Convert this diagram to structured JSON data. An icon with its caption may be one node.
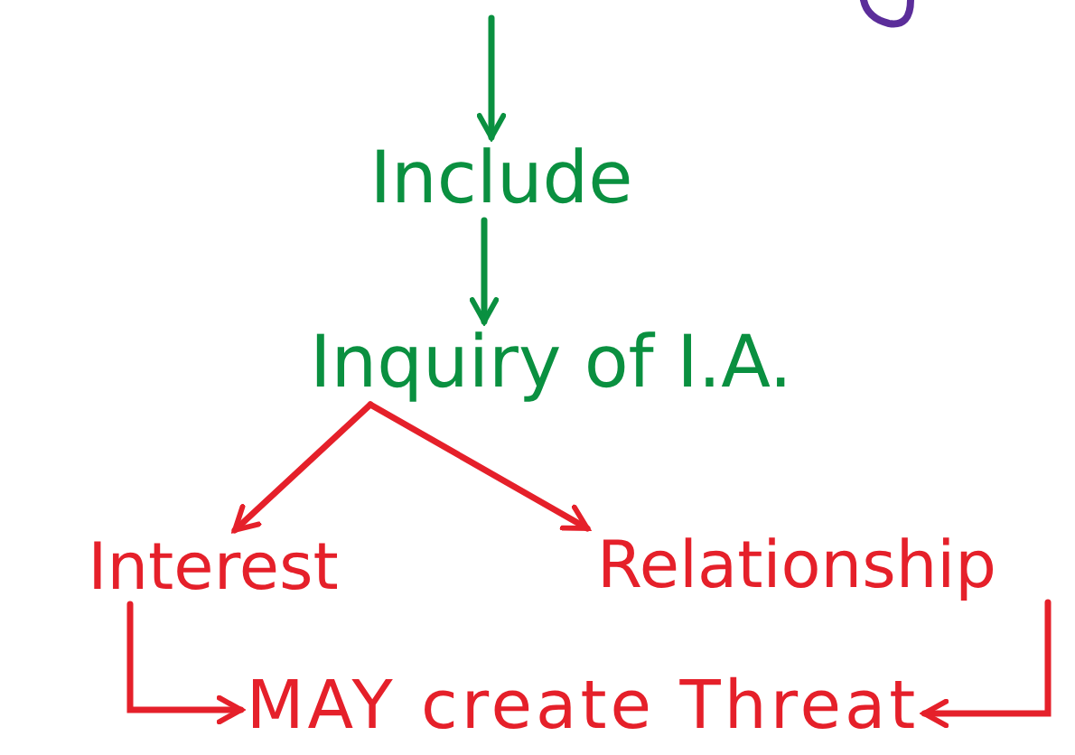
{
  "diagram": {
    "nodes": [
      {
        "text": [
          "Include"
        ]
      },
      {
        "text": [
          "Inquiry of I.A."
        ]
      },
      {
        "text": [
          "Interest"
        ]
      },
      {
        "text": [
          "Relationship"
        ]
      },
      {
        "text": [
          "MAY create Threat"
        ]
      }
    ],
    "edges": [
      {
        "from": null,
        "to": 0,
        "arrow": "to",
        "color": "#0a9040"
      },
      {
        "from": 0,
        "to": 1,
        "arrow": "to",
        "color": "#0a9040"
      },
      {
        "from": 1,
        "to": 2,
        "arrow": "to"
      },
      {
        "from": 1,
        "to": 3,
        "arrow": "to"
      },
      {
        "from": 2,
        "to": 4,
        "arrow": "to"
      },
      {
        "from": 3,
        "to": 4,
        "arrow": "to"
      }
    ]
  }
}
